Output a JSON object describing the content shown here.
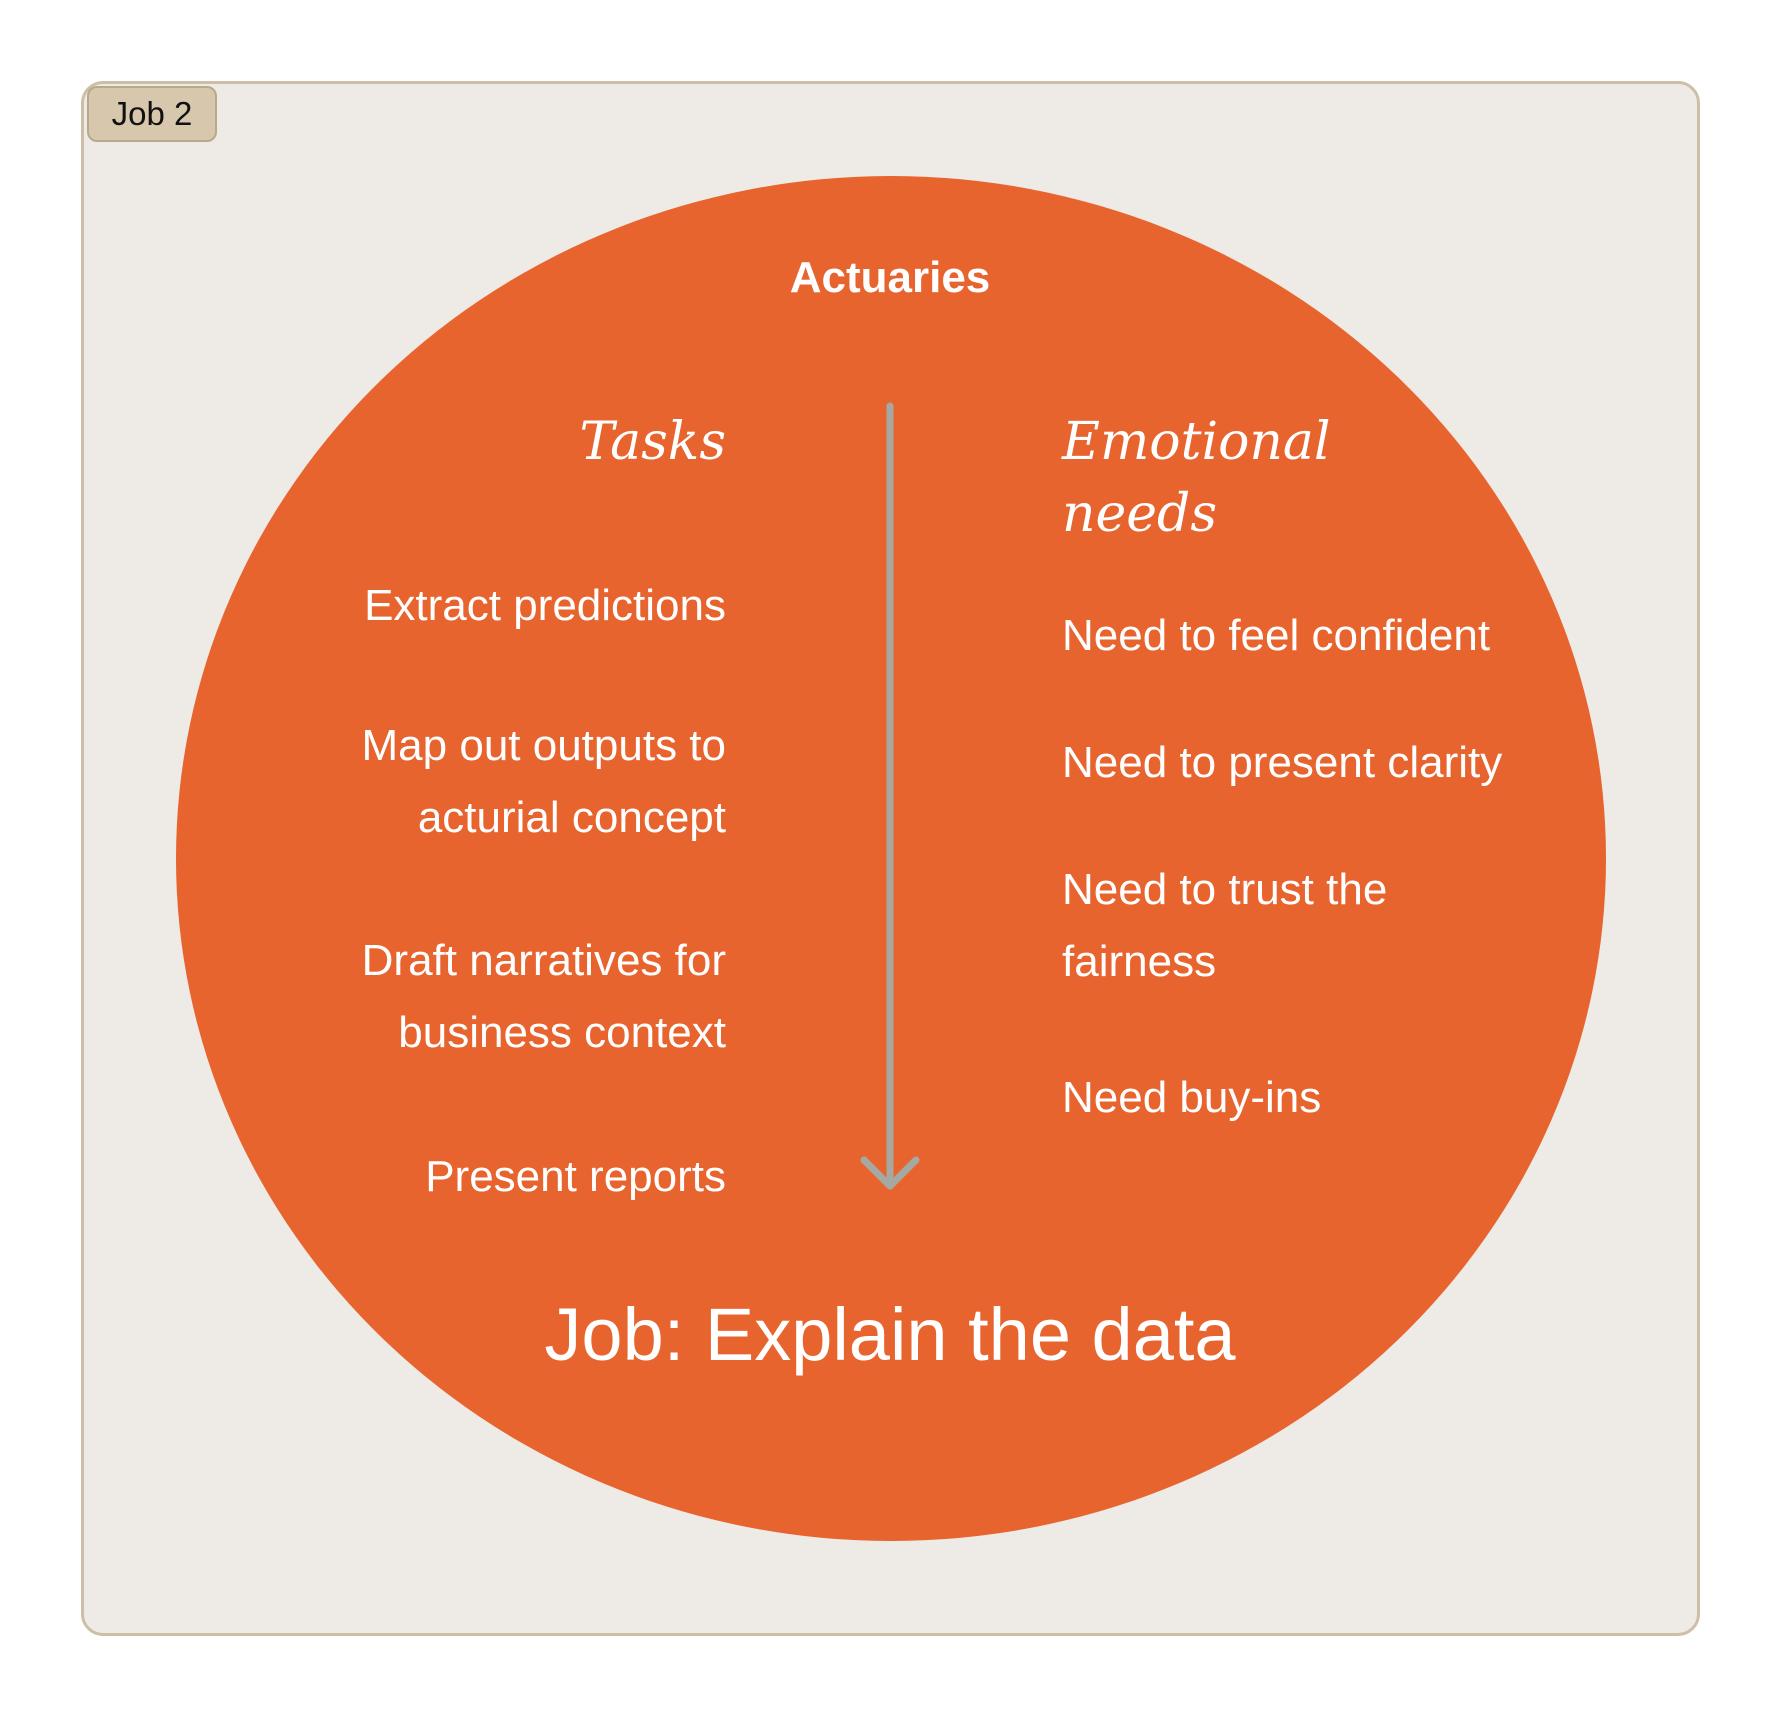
{
  "frame": {
    "tag": "Job 2"
  },
  "diagram": {
    "title": "Actuaries",
    "tasks_heading": "Tasks",
    "needs_heading": "Emotional needs",
    "tasks": [
      "Extract predictions",
      "Map out outputs to\nacturial concept",
      "Draft narratives for\nbusiness context",
      "Present reports"
    ],
    "needs": [
      "Need to feel confident",
      "Need to present clarity",
      "Need to trust the\nfairness",
      "Need buy-ins"
    ],
    "job": "Job: Explain the data"
  },
  "colors": {
    "frame_bg": "#eeebe6",
    "frame_border": "#cdbfa7",
    "tag_bg": "#d7c8ad",
    "circle": "#e8642f",
    "arrow": "#a6a8a2",
    "text": "#ffffff"
  },
  "icons": {
    "arrow": "arrow-down-icon"
  }
}
